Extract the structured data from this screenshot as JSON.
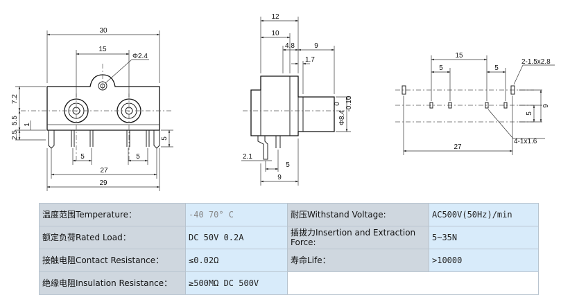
{
  "drawing": {
    "front_view": {
      "overall_width": "30",
      "jack_pitch": "15",
      "hole_diameter": "Φ2.4",
      "height_upper": "7.2",
      "height_mid": "5.5",
      "height_lower": "2.5",
      "step": "1",
      "pin_length": "5",
      "pin_pitch_left": "5",
      "pin_pitch_right": "5",
      "pin_span": "27",
      "base_width": "29"
    },
    "side_view": {
      "overall_depth": "12",
      "body_depth": "10",
      "barrel_offset": "4.8",
      "barrel_length": "9",
      "flange": "1.7",
      "barrel_diameter": "Φ8.4",
      "tolerance_upper": "0",
      "tolerance_lower": "-0.10",
      "pin_offset": "2.1",
      "pin_spacing": "5",
      "base_depth": "9"
    },
    "footprint": {
      "slot_pitch": "15",
      "slot_spacing_left": "5",
      "slot_spacing_right": "5",
      "mounting_slots": "2-1.5x2.8",
      "vertical_offset_a": "5",
      "vertical_offset_b": "9",
      "pin_holes": "4-1x1.6",
      "overall_span": "27"
    }
  },
  "specs": {
    "temperature_label": "温度范围Temperature：",
    "temperature_value": "-40   70° C",
    "rated_load_label": "额定负荷Rated Load：",
    "rated_load_value": "DC 50V 0.2A",
    "contact_resistance_label": "接触电阻Contact Resistance：",
    "contact_resistance_value": "≤0.02Ω",
    "insulation_label": "绝缘电阻Insulation Resistance：",
    "insulation_value": "≥500MΩ DC 500V",
    "withstand_label": "耐压Withstand Voltage:",
    "withstand_value": "AC500V(50Hz)/min",
    "insertion_label": "插拔力Insertion and Extraction Force:",
    "insertion_value": "5~35N",
    "life_label": "寿命Life：",
    "life_value": ">10000"
  }
}
